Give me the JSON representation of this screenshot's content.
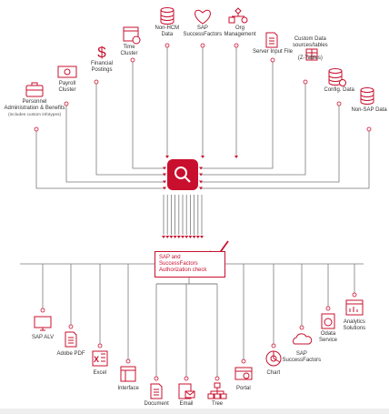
{
  "colors": {
    "accent": "#c8102e",
    "line": "#7a7a7a",
    "icon": "#c8102e",
    "text": "#333333"
  },
  "hub": {
    "icon": "search-icon"
  },
  "auth_check": {
    "label": "SAP and\nSuccessFactors\nAuthorization check",
    "icon": "checkmark-icon"
  },
  "sources": [
    {
      "label": "Personnel\nAdministration & Benefits",
      "sublabel": "(includes custom infotypes)",
      "icon": "briefcase-icon"
    },
    {
      "label": "Payroll\nCluster",
      "icon": "money-icon"
    },
    {
      "label": "Financial\nPostings",
      "icon": "dollar-icon"
    },
    {
      "label": "Time\nCluster",
      "icon": "calendar-clock-icon"
    },
    {
      "label": "Non-HCM\nData",
      "icon": "database-icon"
    },
    {
      "label": "SAP\nSuccessFactors",
      "icon": "heart-icon"
    },
    {
      "label": "Org\nManagement",
      "icon": "org-chart-icon"
    },
    {
      "label": "Server Input File",
      "icon": "document-icon"
    },
    {
      "label": "Custom Data\nsources/tables\n\n(Z-Tables)",
      "icon": "table-icon"
    },
    {
      "label": "Config. Data",
      "icon": "database-settings-icon"
    },
    {
      "label": "Non-SAP Data",
      "icon": "database-icon"
    }
  ],
  "outputs": [
    {
      "label": "SAP ALV",
      "icon": "monitor-icon"
    },
    {
      "label": "Adobe PDF",
      "icon": "pdf-icon"
    },
    {
      "label": "Excel",
      "icon": "excel-icon"
    },
    {
      "label": "Interface",
      "icon": "window-icon"
    },
    {
      "label": "Document",
      "icon": "document-icon"
    },
    {
      "label": "Email",
      "icon": "email-icon"
    },
    {
      "label": "Tree",
      "icon": "tree-icon"
    },
    {
      "label": "Portal",
      "icon": "portal-icon"
    },
    {
      "label": "Chart",
      "icon": "pie-chart-icon"
    },
    {
      "label": "SAP\nSuccessFactors",
      "icon": "cloud-icon"
    },
    {
      "label": "Odata\nService",
      "icon": "odata-icon"
    },
    {
      "label": "Analytics\nSolutions",
      "icon": "analytics-icon"
    }
  ]
}
